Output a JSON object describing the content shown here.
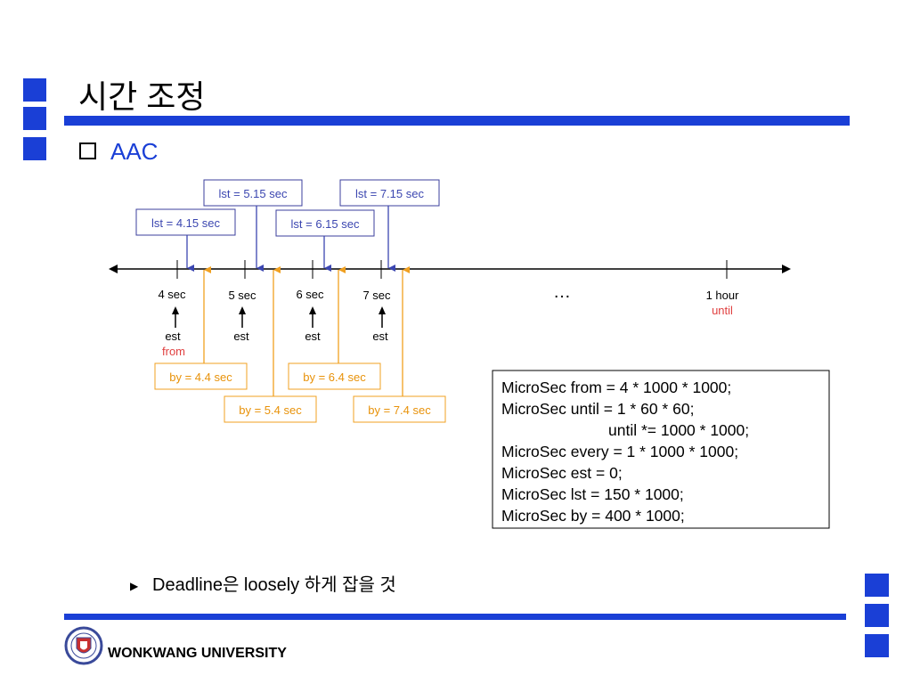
{
  "title": "시간 조정",
  "subtitle": "AAC",
  "colors": {
    "accent_blue": "#1a3fd6",
    "lst_border": "#3b3f9c",
    "lst_text": "#3b46b0",
    "by_border": "#f0a020",
    "by_text": "#e8920a",
    "red_label": "#e04040",
    "axis": "#000000"
  },
  "timeline": {
    "ticks": [
      "4 sec",
      "5 sec",
      "6 sec",
      "7 sec",
      "1 hour"
    ],
    "ellipsis": "…",
    "est_labels": [
      "est",
      "est",
      "est",
      "est"
    ],
    "from_label": "from",
    "until_label": "until"
  },
  "lst_boxes": [
    "lst = 4.15 sec",
    "lst = 5.15 sec",
    "lst = 6.15 sec",
    "lst = 7.15 sec"
  ],
  "by_boxes": [
    "by = 4.4 sec",
    "by = 5.4 sec",
    "by = 6.4 sec",
    "by = 7.4 sec"
  ],
  "code_lines": [
    "MicroSec from = 4 * 1000 * 1000;",
    "MicroSec until = 1 * 60 * 60;",
    "until *= 1000 * 1000;",
    "MicroSec every = 1 * 1000 * 1000;",
    "MicroSec est = 0;",
    "MicroSec lst = 150 * 1000;",
    "MicroSec by = 400 * 1000;"
  ],
  "bullet": {
    "marker": "▶",
    "text": "Deadline은 loosely 하게 잡을 것"
  },
  "footer": {
    "university": "WONKWANG UNIVERSITY"
  }
}
